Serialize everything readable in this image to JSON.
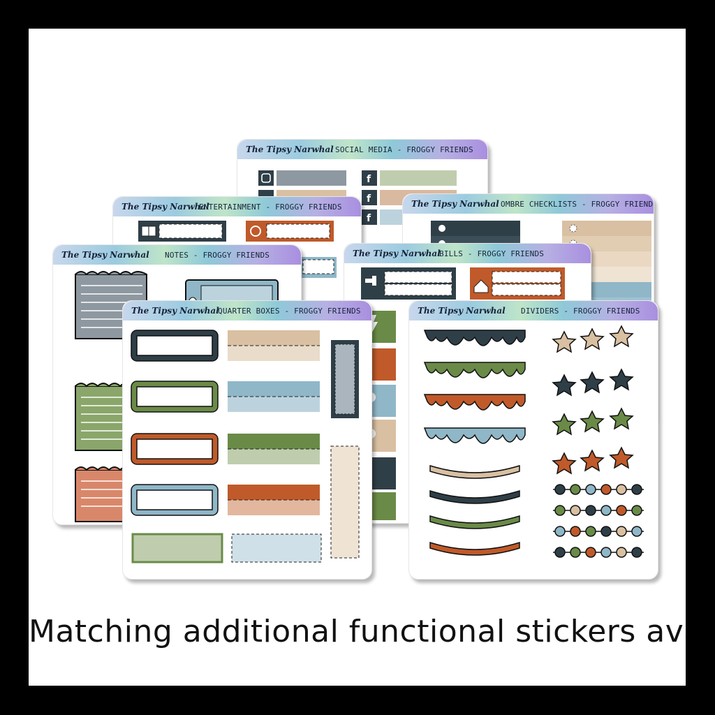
{
  "brand": "The Tipsy Narwhal",
  "caption": "Matching additional functional stickers available",
  "colors": {
    "slate": "#2f3f48",
    "moss": "#6a8b47",
    "rust": "#c05a2a",
    "sky": "#8fb7c8",
    "sand": "#d9c0a2",
    "gray": "#8e98a0",
    "cream": "#efe3d4",
    "sage": "#bfcdae"
  },
  "sheets": [
    {
      "id": "social-media",
      "title": "SOCIAL MEDIA - FROGGY FRIENDS"
    },
    {
      "id": "entertainment",
      "title": "ENTERTAINMENT - FROGGY FRIENDS"
    },
    {
      "id": "ombre-checklists",
      "title": "OMBRE CHECKLISTS - FROGGY FRIENDS"
    },
    {
      "id": "notes",
      "title": "NOTES - FROGGY FRIENDS"
    },
    {
      "id": "bills",
      "title": "BILLS - FROGGY FRIENDS"
    },
    {
      "id": "quarter-boxes",
      "title": "QUARTER BOXES - FROGGY FRIENDS"
    },
    {
      "id": "dividers",
      "title": "DIVIDERS - FROGGY FRIENDS"
    }
  ]
}
